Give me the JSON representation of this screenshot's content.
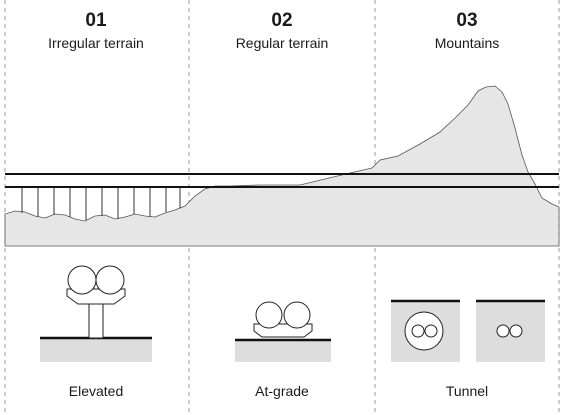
{
  "columns": [
    {
      "number": "01",
      "title": "Irregular terrain",
      "caption": "Elevated"
    },
    {
      "number": "02",
      "title": "Regular terrain",
      "caption": "At-grade"
    },
    {
      "number": "03",
      "title": "Mountains",
      "caption": "Tunnel"
    }
  ],
  "colors": {
    "ground_fill": "#e6e6e6",
    "outline": "#1a1a1a",
    "divider": "#9a9a9a"
  }
}
